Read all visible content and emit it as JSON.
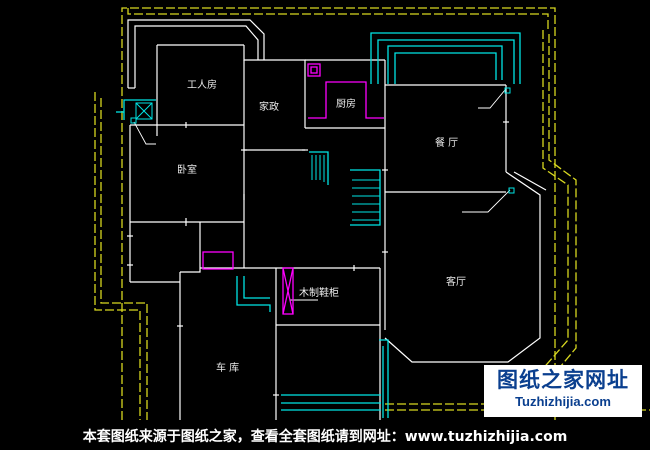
{
  "rooms": {
    "worker_room": "工人房",
    "laundry": "家政",
    "kitchen": "厨房",
    "dining": "餐 厅",
    "bedroom": "卧室",
    "living": "客厅",
    "shoe_cabinet": "木制鞋柜",
    "garage": "车 库"
  },
  "watermark": {
    "logo_cn": "图纸之家网址",
    "logo_en": "Tuzhizhijia.com"
  },
  "footer": "本套图纸来源于图纸之家，查看全套图纸请到网址：www.tuzhizhijia.com",
  "colors": {
    "wall": "#ffffff",
    "boundary": "#d8d820",
    "window": "#00e5e5",
    "fixture": "#ff00ff",
    "logo_text": "#0a3f8f"
  }
}
